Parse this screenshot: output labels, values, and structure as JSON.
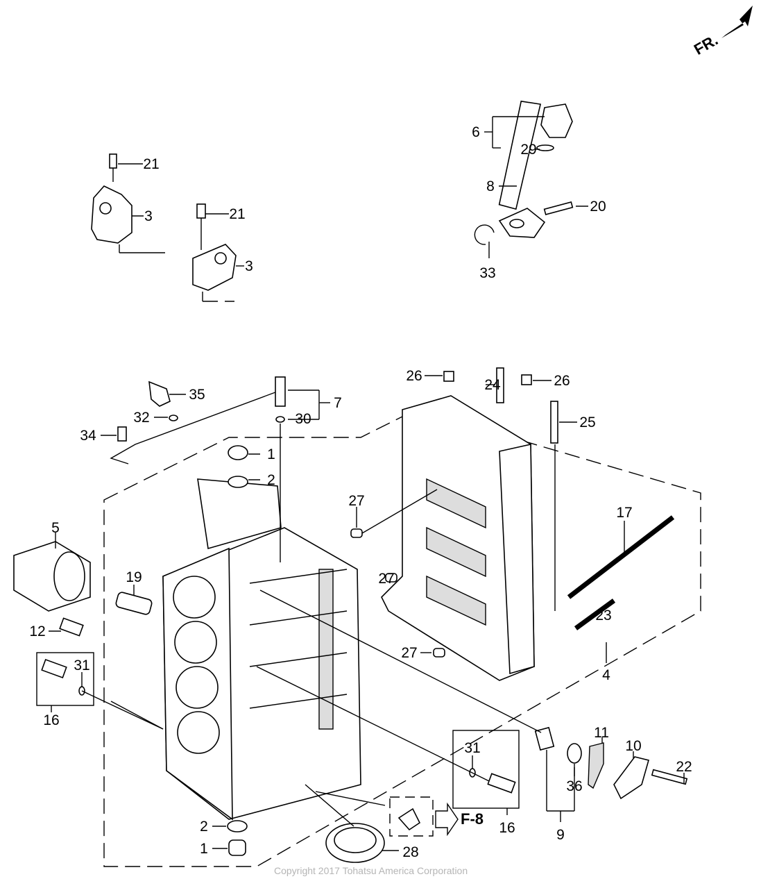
{
  "direction_marker": {
    "label": "FR.",
    "icon": "arrow-up-right-icon"
  },
  "reference": {
    "label": "F-8",
    "icon": "hollow-arrow-right-icon"
  },
  "callouts": [
    "21",
    "3",
    "21",
    "3",
    "6",
    "29",
    "8",
    "20",
    "33",
    "26",
    "24",
    "26",
    "25",
    "35",
    "7",
    "32",
    "30",
    "34",
    "1",
    "2",
    "27",
    "5",
    "17",
    "19",
    "27",
    "23",
    "12",
    "31",
    "27",
    "4",
    "16",
    "11",
    "10",
    "31",
    "22",
    "36",
    "2",
    "16",
    "9",
    "1",
    "28"
  ],
  "copyright": "Copyright 2017 Tohatsu America Corporation"
}
